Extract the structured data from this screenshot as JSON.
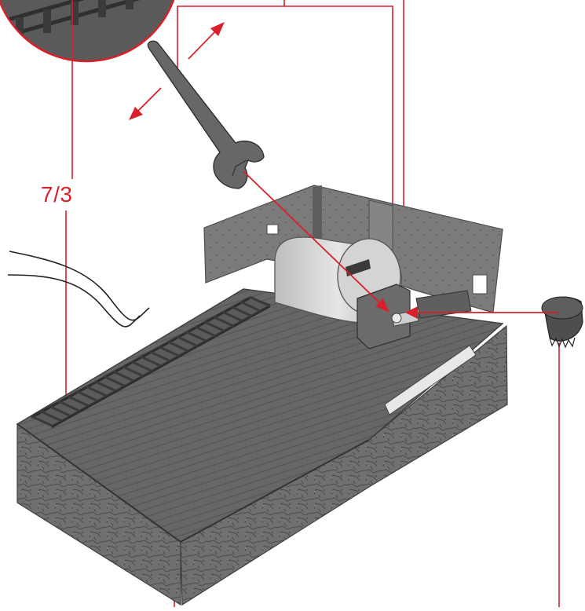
{
  "callout": {
    "step_number": "7/3"
  },
  "colors": {
    "annotation_red": "#d9202a",
    "model_gray": "#6f6f6f",
    "model_dark": "#4b4b4b",
    "model_light": "#cfcfcf",
    "background": "#ffffff"
  },
  "icons": {
    "wrench": "wrench-icon",
    "motor": "motor-unit",
    "cap": "end-cap-part"
  }
}
